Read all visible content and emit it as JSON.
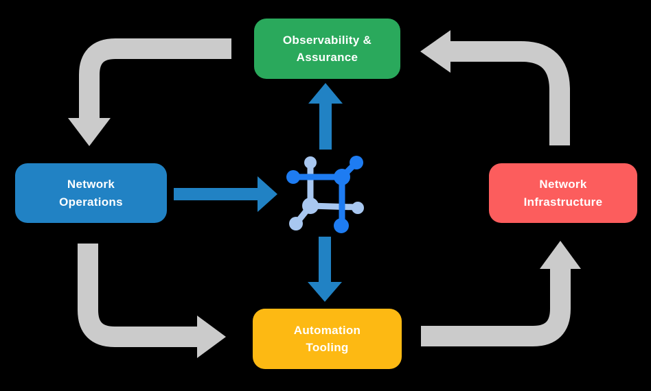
{
  "nodes": {
    "observability": {
      "label": "Observability &\nAssurance"
    },
    "operations": {
      "label": "Network\nOperations"
    },
    "infrastructure": {
      "label": "Network\nInfrastructure"
    },
    "automation": {
      "label": "Automation\nTooling"
    }
  },
  "colors": {
    "background": "#000000",
    "text": "#FFFFFF",
    "node_green": "#2AA95C",
    "node_blue": "#2182C4",
    "node_red": "#FC5D5D",
    "node_yellow": "#FDB913",
    "arrow_gray": "#CBCBCB",
    "arrow_blue": "#2182C4",
    "icon_dark": "#1E7CF2",
    "icon_light": "#A8C7F0"
  },
  "icons": {
    "center": "network-mesh-icon"
  }
}
